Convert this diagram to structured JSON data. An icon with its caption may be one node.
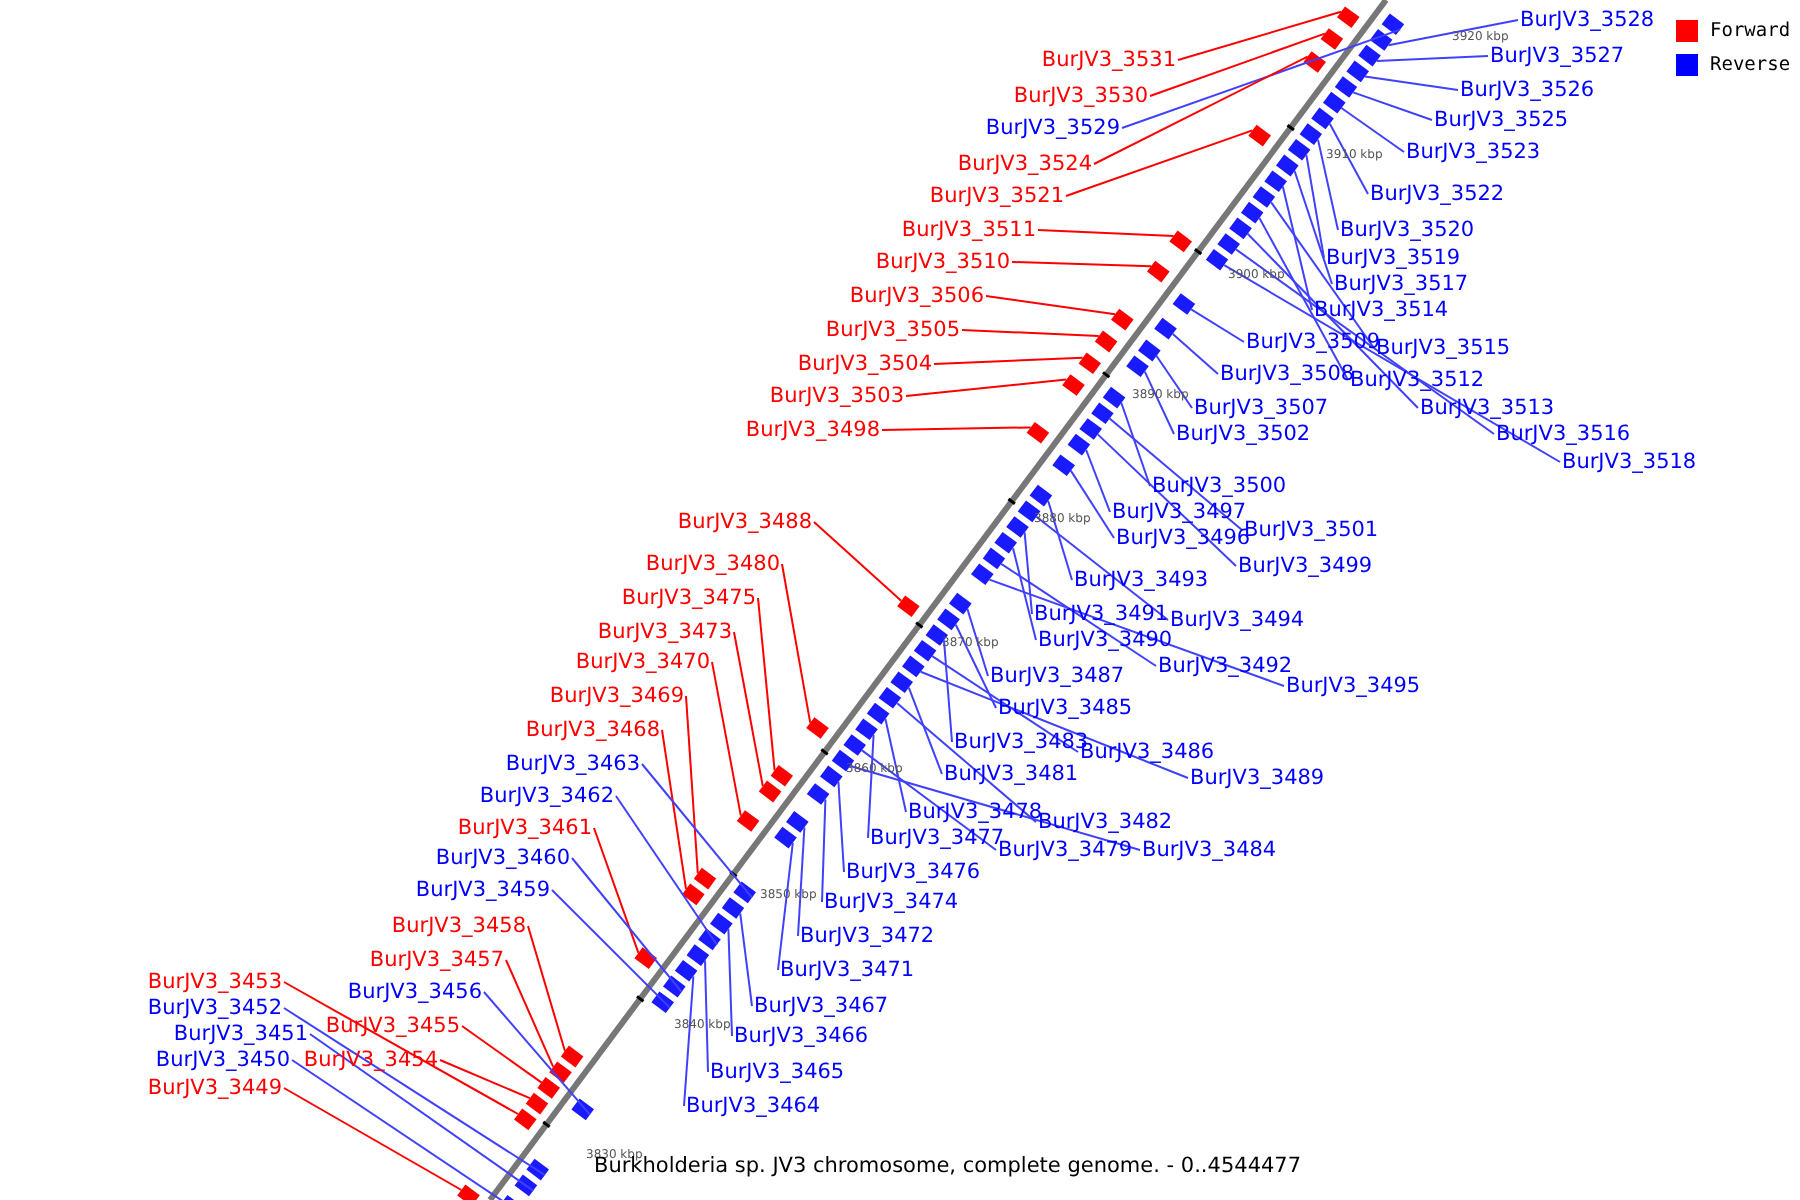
{
  "diagram": {
    "caption": "Burkholderia sp. JV3 chromosome, complete genome. - 0..4544477",
    "nodes": [
      {
        "text": [
          "BurJV3_3531"
        ]
      },
      {
        "text": [
          "BurJV3_3530"
        ]
      },
      {
        "text": [
          "BurJV3_3529"
        ]
      },
      {
        "text": [
          "BurJV3_3524"
        ]
      },
      {
        "text": [
          "BurJV3_3521"
        ]
      },
      {
        "text": [
          "BurJV3_3511"
        ]
      },
      {
        "text": [
          "BurJV3_3510"
        ]
      },
      {
        "text": [
          "BurJV3_3506"
        ]
      },
      {
        "text": [
          "BurJV3_3505"
        ]
      },
      {
        "text": [
          "BurJV3_3504"
        ]
      },
      {
        "text": [
          "BurJV3_3503"
        ]
      },
      {
        "text": [
          "BurJV3_3498"
        ]
      },
      {
        "text": [
          "BurJV3_3488"
        ]
      },
      {
        "text": [
          "BurJV3_3480"
        ]
      },
      {
        "text": [
          "BurJV3_3475"
        ]
      },
      {
        "text": [
          "BurJV3_3473"
        ]
      },
      {
        "text": [
          "BurJV3_3470"
        ]
      },
      {
        "text": [
          "BurJV3_3469"
        ]
      },
      {
        "text": [
          "BurJV3_3468"
        ]
      },
      {
        "text": [
          "BurJV3_3463"
        ]
      },
      {
        "text": [
          "BurJV3_3462"
        ]
      },
      {
        "text": [
          "BurJV3_3461"
        ]
      },
      {
        "text": [
          "BurJV3_3460"
        ]
      },
      {
        "text": [
          "BurJV3_3459"
        ]
      },
      {
        "text": [
          "BurJV3_3458"
        ]
      },
      {
        "text": [
          "BurJV3_3457"
        ]
      },
      {
        "text": [
          "BurJV3_3456"
        ]
      },
      {
        "text": [
          "BurJV3_3455"
        ]
      },
      {
        "text": [
          "BurJV3_3454"
        ]
      },
      {
        "text": [
          "BurJV3_3453"
        ]
      },
      {
        "text": [
          "BurJV3_3452"
        ]
      },
      {
        "text": [
          "BurJV3_3451"
        ]
      },
      {
        "text": [
          "BurJV3_3450"
        ]
      },
      {
        "text": [
          "BurJV3_3449"
        ]
      },
      {
        "text": [
          "BurJV3_3528"
        ]
      },
      {
        "text": [
          "BurJV3_3527"
        ]
      },
      {
        "text": [
          "BurJV3_3526"
        ]
      },
      {
        "text": [
          "BurJV3_3525"
        ]
      },
      {
        "text": [
          "BurJV3_3523"
        ]
      },
      {
        "text": [
          "BurJV3_3522"
        ]
      },
      {
        "text": [
          "BurJV3_3520"
        ]
      },
      {
        "text": [
          "BurJV3_3519"
        ]
      },
      {
        "text": [
          "BurJV3_3517"
        ]
      },
      {
        "text": [
          "BurJV3_3514"
        ]
      },
      {
        "text": [
          "BurJV3_3515"
        ]
      },
      {
        "text": [
          "BurJV3_3509"
        ]
      },
      {
        "text": [
          "BurJV3_3512"
        ]
      },
      {
        "text": [
          "BurJV3_3508"
        ]
      },
      {
        "text": [
          "BurJV3_3513"
        ]
      },
      {
        "text": [
          "BurJV3_3507"
        ]
      },
      {
        "text": [
          "BurJV3_3516"
        ]
      },
      {
        "text": [
          "BurJV3_3502"
        ]
      },
      {
        "text": [
          "BurJV3_3518"
        ]
      },
      {
        "text": [
          "BurJV3_3500"
        ]
      },
      {
        "text": [
          "BurJV3_3497"
        ]
      },
      {
        "text": [
          "BurJV3_3501"
        ]
      },
      {
        "text": [
          "BurJV3_3496"
        ]
      },
      {
        "text": [
          "BurJV3_3499"
        ]
      },
      {
        "text": [
          "BurJV3_3493"
        ]
      },
      {
        "text": [
          "BurJV3_3494"
        ]
      },
      {
        "text": [
          "BurJV3_3491"
        ]
      },
      {
        "text": [
          "BurJV3_3490"
        ]
      },
      {
        "text": [
          "BurJV3_3492"
        ]
      },
      {
        "text": [
          "BurJV3_3495"
        ]
      },
      {
        "text": [
          "BurJV3_3487"
        ]
      },
      {
        "text": [
          "BurJV3_3485"
        ]
      },
      {
        "text": [
          "BurJV3_3483"
        ]
      },
      {
        "text": [
          "BurJV3_3486"
        ]
      },
      {
        "text": [
          "BurJV3_3481"
        ]
      },
      {
        "text": [
          "BurJV3_3489"
        ]
      },
      {
        "text": [
          "BurJV3_3478"
        ]
      },
      {
        "text": [
          "BurJV3_3482"
        ]
      },
      {
        "text": [
          "BurJV3_3477"
        ]
      },
      {
        "text": [
          "BurJV3_3479"
        ]
      },
      {
        "text": [
          "BurJV3_3484"
        ]
      },
      {
        "text": [
          "BurJV3_3476"
        ]
      },
      {
        "text": [
          "BurJV3_3474"
        ]
      },
      {
        "text": [
          "BurJV3_3472"
        ]
      },
      {
        "text": [
          "BurJV3_3471"
        ]
      },
      {
        "text": [
          "BurJV3_3467"
        ]
      },
      {
        "text": [
          "BurJV3_3466"
        ]
      },
      {
        "text": [
          "BurJV3_3465"
        ]
      },
      {
        "text": [
          "BurJV3_3464"
        ]
      },
      {
        "text": [],
        "shape": "box"
      },
      {
        "text": [],
        "shape": "box"
      },
      {
        "text": [],
        "shape": "box"
      },
      {
        "text": [],
        "shape": "box"
      },
      {
        "text": [],
        "shape": "box"
      },
      {
        "text": [],
        "shape": "box"
      },
      {
        "text": [],
        "shape": "box"
      },
      {
        "text": [],
        "shape": "box"
      },
      {
        "text": [],
        "shape": "box"
      },
      {
        "text": [],
        "shape": "box"
      },
      {
        "text": [],
        "shape": "box"
      },
      {
        "text": [],
        "shape": "box"
      },
      {
        "text": [],
        "shape": "box"
      },
      {
        "text": [],
        "shape": "box"
      },
      {
        "text": [],
        "shape": "box"
      },
      {
        "text": [],
        "shape": "box"
      },
      {
        "text": [],
        "shape": "box"
      },
      {
        "text": [],
        "shape": "box"
      },
      {
        "text": [],
        "shape": "box"
      },
      {
        "text": [],
        "shape": "box"
      },
      {
        "text": [],
        "shape": "box"
      },
      {
        "text": [],
        "shape": "box"
      },
      {
        "text": [],
        "shape": "box"
      },
      {
        "text": [],
        "shape": "box"
      },
      {
        "text": [],
        "shape": "box"
      },
      {
        "text": [],
        "shape": "box"
      },
      {
        "text": [],
        "shape": "box"
      },
      {
        "text": [],
        "shape": "box"
      },
      {
        "text": [],
        "shape": "box"
      },
      {
        "text": [],
        "shape": "box"
      },
      {
        "text": [],
        "shape": "box"
      },
      {
        "text": [],
        "shape": "box"
      },
      {
        "text": [],
        "shape": "box"
      },
      {
        "text": [],
        "shape": "box"
      },
      {
        "text": [],
        "shape": "box"
      },
      {
        "text": [],
        "shape": "box"
      },
      {
        "text": [],
        "shape": "box"
      },
      {
        "text": [],
        "shape": "box"
      },
      {
        "text": [],
        "shape": "box"
      },
      {
        "text": [],
        "shape": "box"
      },
      {
        "text": [],
        "shape": "box"
      },
      {
        "text": [],
        "shape": "box"
      },
      {
        "text": [],
        "shape": "box"
      },
      {
        "text": [],
        "shape": "box"
      },
      {
        "text": [],
        "shape": "box"
      },
      {
        "text": [],
        "shape": "box"
      },
      {
        "text": [],
        "shape": "box"
      },
      {
        "text": [],
        "shape": "box"
      },
      {
        "text": [],
        "shape": "box"
      },
      {
        "text": [],
        "shape": "box"
      },
      {
        "text": [],
        "shape": "box"
      },
      {
        "text": [],
        "shape": "box"
      },
      {
        "text": [],
        "shape": "box"
      },
      {
        "text": [],
        "shape": "box"
      },
      {
        "text": [],
        "shape": "box"
      },
      {
        "text": [],
        "shape": "box"
      },
      {
        "text": [],
        "shape": "box"
      },
      {
        "text": [],
        "shape": "box"
      },
      {
        "text": [],
        "shape": "box"
      },
      {
        "text": [],
        "shape": "box"
      },
      {
        "text": [],
        "shape": "box"
      },
      {
        "text": [],
        "shape": "box"
      },
      {
        "text": [],
        "shape": "box"
      },
      {
        "text": [],
        "shape": "box"
      },
      {
        "text": [],
        "shape": "box"
      },
      {
        "text": [],
        "shape": "box"
      },
      {
        "text": [],
        "shape": "box"
      },
      {
        "text": [],
        "shape": "box"
      },
      {
        "text": [],
        "shape": "box"
      },
      {
        "text": [],
        "shape": "box"
      },
      {
        "text": [],
        "shape": "box"
      },
      {
        "text": [],
        "shape": "box"
      },
      {
        "text": [],
        "shape": "box"
      },
      {
        "text": [],
        "shape": "box"
      },
      {
        "text": [],
        "shape": "box"
      },
      {
        "text": [],
        "shape": "box"
      },
      {
        "text": [],
        "shape": "box"
      },
      {
        "text": [],
        "shape": "box"
      },
      {
        "text": [],
        "shape": "box"
      },
      {
        "text": [],
        "shape": "box"
      },
      {
        "text": [],
        "shape": "box"
      },
      {
        "text": [],
        "shape": "box"
      },
      {
        "text": [],
        "shape": "box"
      }
    ],
    "edges": [
      {
        "from": 0,
        "to": 83,
        "arrow": "none",
        "color": "#ff0000"
      },
      {
        "from": 1,
        "to": 84,
        "arrow": "none",
        "color": "#ff0000"
      },
      {
        "from": 2,
        "to": 85,
        "arrow": "none"
      },
      {
        "from": 3,
        "to": 86,
        "arrow": "none",
        "color": "#ff0000"
      },
      {
        "from": 4,
        "to": 87,
        "arrow": "none",
        "color": "#ff0000"
      },
      {
        "from": 5,
        "to": 88,
        "arrow": "none",
        "color": "#ff0000"
      },
      {
        "from": 6,
        "to": 89,
        "arrow": "none",
        "color": "#ff0000"
      },
      {
        "from": 7,
        "to": 90,
        "arrow": "none",
        "color": "#ff0000"
      },
      {
        "from": 8,
        "to": 91,
        "arrow": "none",
        "color": "#ff0000"
      },
      {
        "from": 9,
        "to": 92,
        "arrow": "none",
        "color": "#ff0000"
      },
      {
        "from": 10,
        "to": 93,
        "arrow": "none",
        "color": "#ff0000"
      },
      {
        "from": 11,
        "to": 94,
        "arrow": "none",
        "color": "#ff0000"
      },
      {
        "from": 12,
        "to": 95,
        "arrow": "none",
        "color": "#ff0000"
      },
      {
        "from": 13,
        "to": 96,
        "arrow": "none",
        "color": "#ff0000"
      },
      {
        "from": 14,
        "to": 97,
        "arrow": "none",
        "color": "#ff0000"
      },
      {
        "from": 15,
        "to": 98,
        "arrow": "none",
        "color": "#ff0000"
      },
      {
        "from": 16,
        "to": 99,
        "arrow": "none",
        "color": "#ff0000"
      },
      {
        "from": 17,
        "to": 100,
        "arrow": "none",
        "color": "#ff0000"
      },
      {
        "from": 18,
        "to": 101,
        "arrow": "none",
        "color": "#ff0000"
      },
      {
        "from": 19,
        "to": 102,
        "arrow": "none"
      },
      {
        "from": 20,
        "to": 103,
        "arrow": "none"
      },
      {
        "from": 21,
        "to": 104,
        "arrow": "none",
        "color": "#ff0000"
      },
      {
        "from": 22,
        "to": 105,
        "arrow": "none"
      },
      {
        "from": 23,
        "to": 106,
        "arrow": "none"
      },
      {
        "from": 24,
        "to": 107,
        "arrow": "none",
        "color": "#ff0000"
      },
      {
        "from": 25,
        "to": 108,
        "arrow": "none",
        "color": "#ff0000"
      },
      {
        "from": 26,
        "to": 109,
        "arrow": "none"
      },
      {
        "from": 27,
        "to": 110,
        "arrow": "none",
        "color": "#ff0000"
      },
      {
        "from": 28,
        "to": 111,
        "arrow": "none",
        "color": "#ff0000"
      },
      {
        "from": 29,
        "to": 112,
        "arrow": "none",
        "color": "#ff0000"
      },
      {
        "from": 30,
        "to": 113,
        "arrow": "none"
      },
      {
        "from": 31,
        "to": 114,
        "arrow": "none"
      },
      {
        "from": 32,
        "to": 115,
        "arrow": "none"
      },
      {
        "from": 33,
        "to": 116,
        "arrow": "none",
        "color": "#ff0000"
      },
      {
        "from": 34,
        "to": 117,
        "arrow": "none"
      },
      {
        "from": 35,
        "to": 118,
        "arrow": "none"
      },
      {
        "from": 36,
        "to": 119,
        "arrow": "none"
      },
      {
        "from": 37,
        "to": 120,
        "arrow": "none"
      },
      {
        "from": 38,
        "to": 121,
        "arrow": "none"
      },
      {
        "from": 39,
        "to": 122,
        "arrow": "none"
      },
      {
        "from": 40,
        "to": 123,
        "arrow": "none"
      },
      {
        "from": 41,
        "to": 124,
        "arrow": "none"
      },
      {
        "from": 42,
        "to": 125,
        "arrow": "none"
      },
      {
        "from": 43,
        "to": 126,
        "arrow": "none"
      },
      {
        "from": 44,
        "to": 127,
        "arrow": "none"
      },
      {
        "from": 45,
        "to": 128,
        "arrow": "none"
      },
      {
        "from": 46,
        "to": 129,
        "arrow": "none"
      },
      {
        "from": 47,
        "to": 130,
        "arrow": "none"
      },
      {
        "from": 48,
        "to": 131,
        "arrow": "none"
      },
      {
        "from": 49,
        "to": 132,
        "arrow": "none"
      },
      {
        "from": 50,
        "to": 133,
        "arrow": "none"
      },
      {
        "from": 51,
        "to": 134,
        "arrow": "none"
      },
      {
        "from": 52,
        "to": 135,
        "arrow": "none"
      },
      {
        "from": 53,
        "to": 136,
        "arrow": "none"
      },
      {
        "from": 54,
        "to": 137,
        "arrow": "none"
      },
      {
        "from": 55,
        "to": 138,
        "arrow": "none"
      },
      {
        "from": 56,
        "to": 139,
        "arrow": "none"
      },
      {
        "from": 57,
        "to": 140,
        "arrow": "none"
      },
      {
        "from": 58,
        "to": 141,
        "arrow": "none"
      },
      {
        "from": 59,
        "to": 142,
        "arrow": "none"
      },
      {
        "from": 60,
        "to": 143,
        "arrow": "none"
      },
      {
        "from": 61,
        "to": 144,
        "arrow": "none"
      },
      {
        "from": 62,
        "to": 145,
        "arrow": "none"
      },
      {
        "from": 63,
        "to": 146,
        "arrow": "none"
      },
      {
        "from": 64,
        "to": 147,
        "arrow": "none"
      },
      {
        "from": 65,
        "to": 148,
        "arrow": "none"
      },
      {
        "from": 66,
        "to": 149,
        "arrow": "none"
      },
      {
        "from": 67,
        "to": 150,
        "arrow": "none"
      },
      {
        "from": 68,
        "to": 151,
        "arrow": "none"
      },
      {
        "from": 69,
        "to": 152,
        "arrow": "none"
      },
      {
        "from": 70,
        "to": 153,
        "arrow": "none"
      },
      {
        "from": 71,
        "to": 154,
        "arrow": "none"
      },
      {
        "from": 72,
        "to": 155,
        "arrow": "none"
      },
      {
        "from": 73,
        "to": 156,
        "arrow": "none"
      },
      {
        "from": 74,
        "to": 157,
        "arrow": "none"
      },
      {
        "from": 75,
        "to": 158,
        "arrow": "none"
      },
      {
        "from": 76,
        "to": 159,
        "arrow": "none"
      },
      {
        "from": 77,
        "to": 160,
        "arrow": "none"
      },
      {
        "from": 78,
        "to": 161,
        "arrow": "none"
      },
      {
        "from": 79,
        "to": 162,
        "arrow": "none"
      },
      {
        "from": 80,
        "to": 163,
        "arrow": "none"
      },
      {
        "from": 81,
        "to": 164,
        "arrow": "none"
      },
      {
        "from": 82,
        "to": 165,
        "arrow": "none"
      }
    ],
    "labels": [
      "3920 kbp",
      "3910 kbp",
      "3900 kbp",
      "3890 kbp",
      "3880 kbp",
      "3870 kbp",
      "3860 kbp",
      "3850 kbp",
      "3840 kbp",
      "3830 kbp"
    ],
    "legend": [
      {
        "text": "Forward",
        "color": "#ff0000"
      },
      {
        "text": "Reverse",
        "color": "#0000ff"
      }
    ]
  }
}
